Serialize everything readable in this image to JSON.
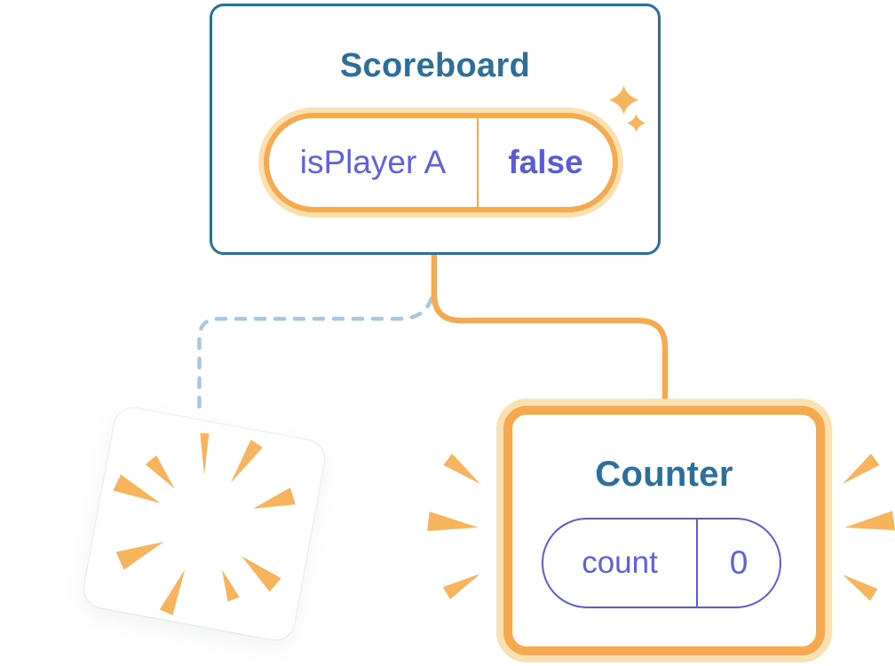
{
  "diagram": {
    "scoreboard": {
      "title": "Scoreboard",
      "state": {
        "label": "isPlayer A",
        "value": "false"
      }
    },
    "counter": {
      "title": "Counter",
      "state": {
        "label": "count",
        "value": "0"
      }
    }
  },
  "colors": {
    "teal": "#2D6F9B",
    "orange": "#F6A94E",
    "orange_light": "#FBE0B0",
    "indigo": "#6060DE",
    "indigo_border": "#5B5BD6",
    "dash_blue": "#A8C6DC",
    "burst": "#F8B45C"
  },
  "icons": [
    "sparkle-icon",
    "poof-burst-icon",
    "emphasis-burst-left-icon",
    "emphasis-burst-right-icon"
  ]
}
